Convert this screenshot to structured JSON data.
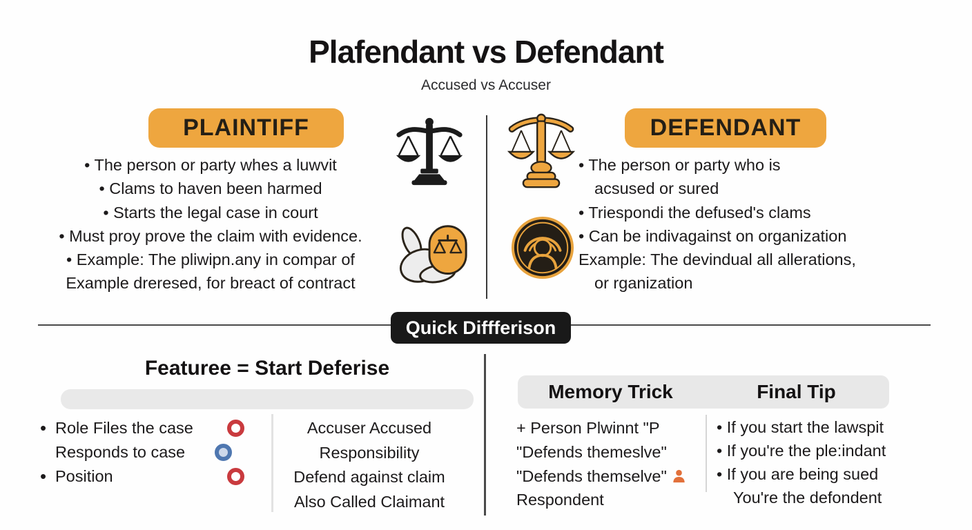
{
  "header": {
    "title": "Plafendant vs Defendant",
    "subtitle": "Accused vs Accuser"
  },
  "plaintiff": {
    "badge": "PLAINTIFF",
    "lines": [
      "• The person or party whes a luwvit",
      "• Clams to haven been harmed",
      "• Starts the legal case in court",
      "• Must proy prove the claim with evidence.",
      "• Example: The pliwipn.any in compar of",
      "Example dreresed, for breact of contract"
    ]
  },
  "defendant": {
    "badge": "DEFENDANT",
    "lines": [
      "• The person or party who is",
      "acsused or sured",
      "• Triespondi the defused's clams",
      "• Can be indivagainst on organization",
      "Example: The devindual all allerations,",
      "or rganization"
    ]
  },
  "divider_badge": "Quick Diffferison",
  "features": {
    "heading": "Featuree  = Start Deferise",
    "rows": [
      {
        "bullet": "•",
        "label": "Role Files the case",
        "ring": "red"
      },
      {
        "bullet": "",
        "label": "Responds to case",
        "ring": "blue"
      },
      {
        "bullet": "•",
        "label": "Position",
        "ring": "red"
      }
    ],
    "aliases": [
      "Accuser Accused",
      "Responsibility",
      "Defend against claim",
      "Also Called Claimant"
    ]
  },
  "memory_trick": {
    "heading": "Memory Trick",
    "lines": [
      "+ Person Plwinnt \"P",
      "\"Defends themeslve\"",
      "\"Defends themselve\"",
      "Respondent"
    ]
  },
  "final_tip": {
    "heading": "Final Tip",
    "lines": [
      "• If you start the lawspit",
      "• If you're the ple:indant",
      "• If you are being sued",
      "You're the defondent"
    ]
  },
  "icons": {
    "left_scale": "scales-of-justice-black",
    "right_scale": "scales-of-justice-orange",
    "hand": "hand-holding-scales",
    "person_circle": "person-in-circle",
    "memory_person": "person-silhouette"
  },
  "colors": {
    "accent_orange": "#EEA63F",
    "badge_black": "#191919",
    "ring_red": "#C93A3E",
    "ring_blue": "#4F77B0",
    "person_orange": "#E2703A",
    "bar_gray": "#E9E9E9"
  }
}
